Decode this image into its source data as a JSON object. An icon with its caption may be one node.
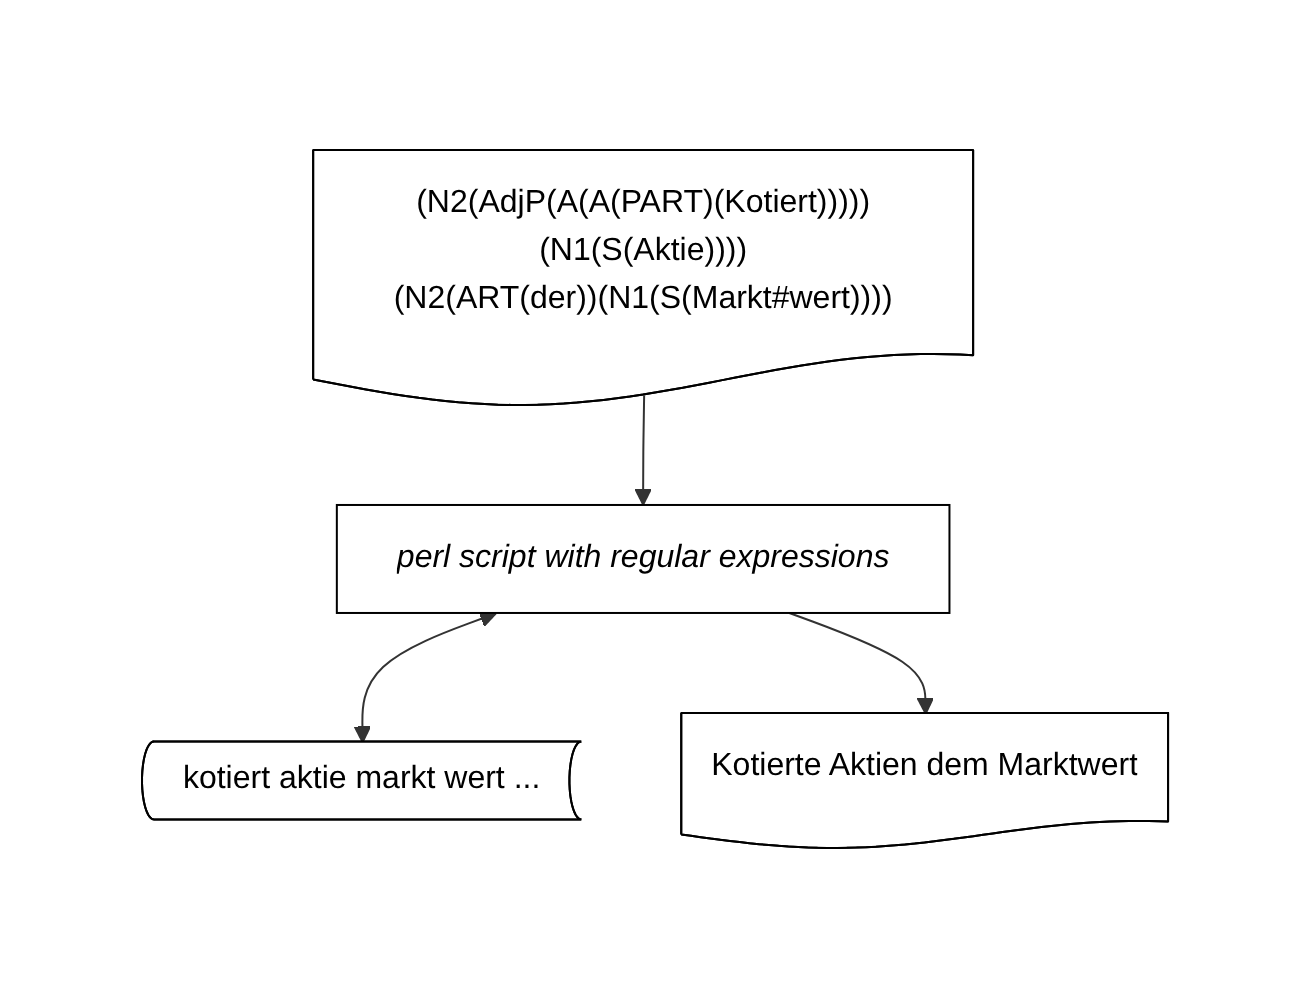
{
  "diagram": {
    "nodes": [
      {
        "text": [
          "(N2(AdjP(A(A(PART)(Kotiert)))))(N1(S(Aktie))))",
          "(N2(ART(der))(N1(S(Markt#wert))))"
        ]
      },
      {
        "text": [
          "kotiert aktie markt wert ..."
        ]
      },
      {
        "text": [
          "perl script with regular expressions"
        ]
      },
      {
        "text": [
          "Kotierte Aktien dem Marktwert"
        ]
      }
    ],
    "edges": [
      {
        "from": 0,
        "to": 2,
        "arrow": "to"
      },
      {
        "from": 2,
        "to": 1,
        "arrow": "both"
      },
      {
        "from": 2,
        "to": 3,
        "arrow": "to"
      }
    ]
  }
}
